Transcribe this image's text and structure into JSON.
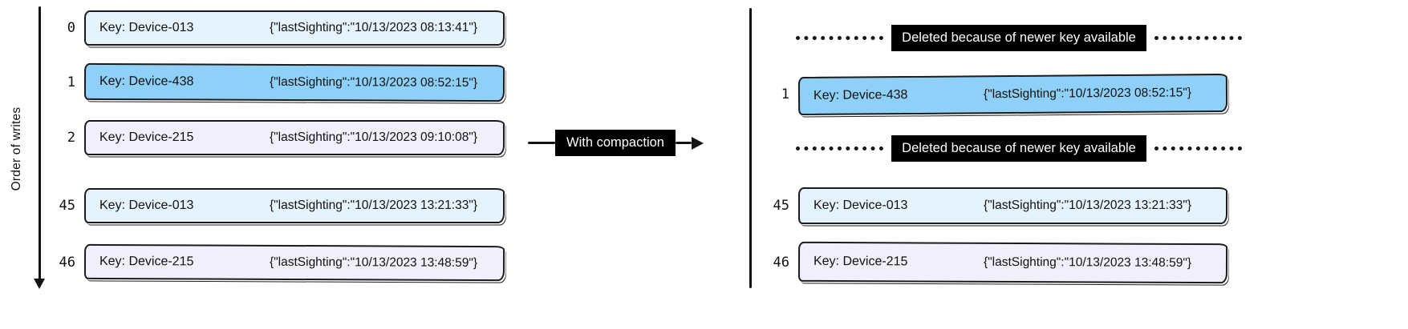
{
  "left": {
    "axis_label": "Order of writes",
    "rows": [
      {
        "index": "0",
        "key": "Key: Device-013",
        "value": "{\"lastSighting\":\"10/13/2023 08:13:41\"}",
        "variant": "blue-light"
      },
      {
        "index": "1",
        "key": "Key: Device-438",
        "value": "{\"lastSighting\":\"10/13/2023 08:52:15\"}",
        "variant": "blue"
      },
      {
        "index": "2",
        "key": "Key: Device-215",
        "value": "{\"lastSighting\":\"10/13/2023 09:10:08\"}",
        "variant": "purple"
      },
      {
        "index": "45",
        "key": "Key: Device-013",
        "value": "{\"lastSighting\":\"10/13/2023 13:21:33\"}",
        "variant": "blue-light"
      },
      {
        "index": "46",
        "key": "Key: Device-215",
        "value": "{\"lastSighting\":\"10/13/2023 13:48:59\"}",
        "variant": "purple"
      }
    ]
  },
  "middle": {
    "label": "With compaction"
  },
  "right": {
    "rows": [
      {
        "type": "deleted",
        "label": "Deleted because of newer key available"
      },
      {
        "type": "kv",
        "index": "1",
        "key": "Key: Device-438",
        "value": "{\"lastSighting\":\"10/13/2023 08:52:15\"}",
        "variant": "blue"
      },
      {
        "type": "deleted",
        "label": "Deleted because of newer key available"
      },
      {
        "type": "kv",
        "index": "45",
        "key": "Key: Device-013",
        "value": "{\"lastSighting\":\"10/13/2023 13:21:33\"}",
        "variant": "blue-light"
      },
      {
        "type": "kv",
        "index": "46",
        "key": "Key: Device-215",
        "value": "{\"lastSighting\":\"10/13/2023 13:48:59\"}",
        "variant": "purple"
      }
    ]
  },
  "colors": {
    "border": "#1b1b1b",
    "row_blue_light": "#e4f3fd",
    "row_blue": "#8fd0f8",
    "row_purple": "#f2eefb",
    "badge_bg": "#000000",
    "badge_text": "#ffffff",
    "line": "#121212"
  }
}
